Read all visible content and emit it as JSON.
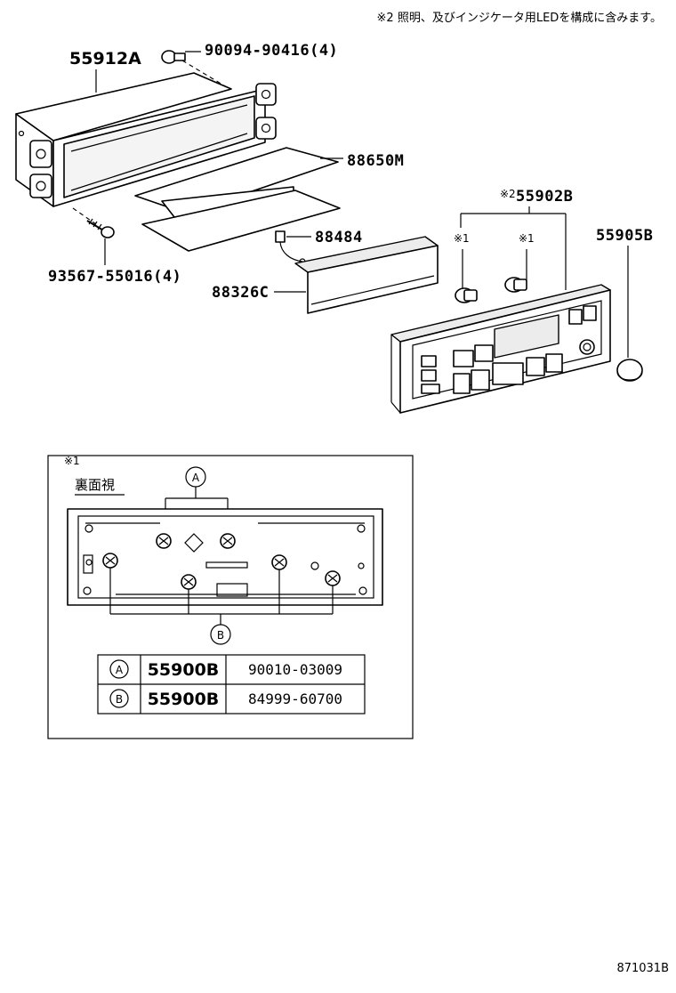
{
  "header_note": "※2 照明、及びインジケータ用LEDを構成に含みます。",
  "callouts": {
    "housing": "55912A",
    "screw_top": "90094-90416(4)",
    "screw_bottom": "93567-55016(4)",
    "panel": "88650M",
    "harness": "88484",
    "bracket": "88326C",
    "control_assy": "55902B",
    "control_assy_mark": "※2",
    "knob": "55905B",
    "bulb_mark_1": "※1",
    "bulb_mark_2": "※1"
  },
  "detail": {
    "mark": "※1",
    "title": "裏面視",
    "group_a": "A",
    "group_b": "B"
  },
  "table": {
    "rows": [
      {
        "key": "A",
        "part": "55900B",
        "code": "90010-03009"
      },
      {
        "key": "B",
        "part": "55900B",
        "code": "84999-60700"
      }
    ]
  },
  "figure_id": "871031B"
}
